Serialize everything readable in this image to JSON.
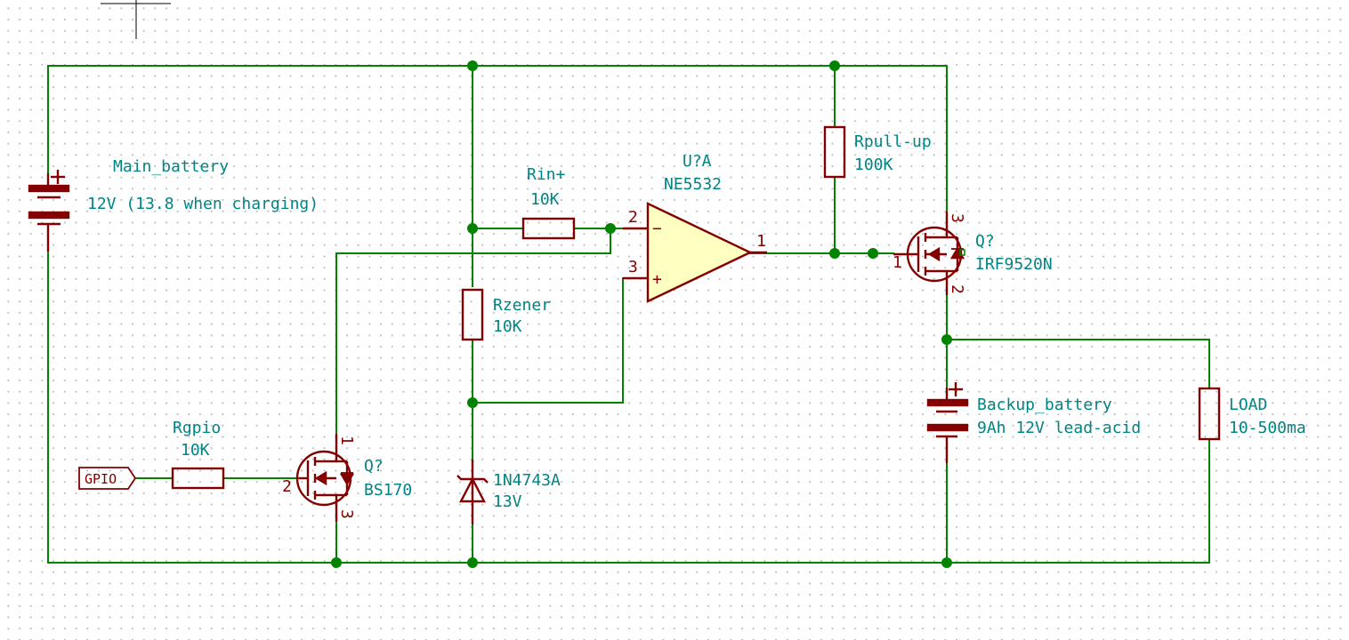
{
  "components": {
    "main_battery": {
      "ref": "Main_battery",
      "value": "12V (13.8 when charging)"
    },
    "backup_battery": {
      "ref": "Backup_battery",
      "value": "9Ah 12V lead-acid"
    },
    "rin": {
      "ref": "Rin+",
      "value": "10K"
    },
    "rpullup": {
      "ref": "Rpull-up",
      "value": "100K"
    },
    "rzener": {
      "ref": "Rzener",
      "value": "10K"
    },
    "rgpio": {
      "ref": "Rgpio",
      "value": "10K"
    },
    "load": {
      "ref": "LOAD",
      "value": "10-500ma"
    },
    "opamp": {
      "ref": "U?A",
      "value": "NE5532",
      "pins": {
        "out": "1",
        "inv": "2",
        "noninv": "3"
      }
    },
    "pmos": {
      "ref": "Q?",
      "value": "IRF9520N",
      "pins": {
        "g": "1",
        "d": "2",
        "s": "3"
      }
    },
    "nmos": {
      "ref": "Q?",
      "value": "BS170",
      "pins": {
        "g": "2",
        "d": "1",
        "s": "3"
      }
    },
    "zener": {
      "ref": "1N4743A",
      "value": "13V"
    }
  },
  "global_label": "GPIO",
  "symbols": {
    "plus": "+",
    "minus": "−"
  }
}
